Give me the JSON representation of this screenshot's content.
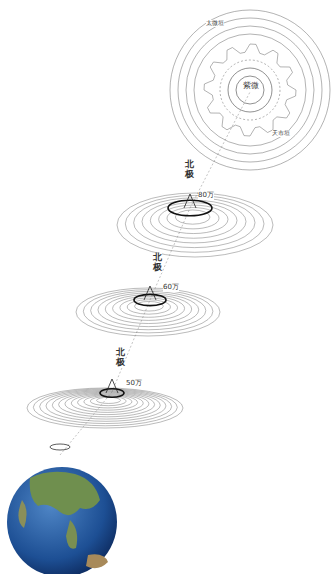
{
  "diagram": {
    "labels": [
      "北极",
      "50万",
      "北极",
      "60万",
      "北极",
      "80万",
      "紫微",
      "太微垣",
      "天市垣"
    ]
  }
}
